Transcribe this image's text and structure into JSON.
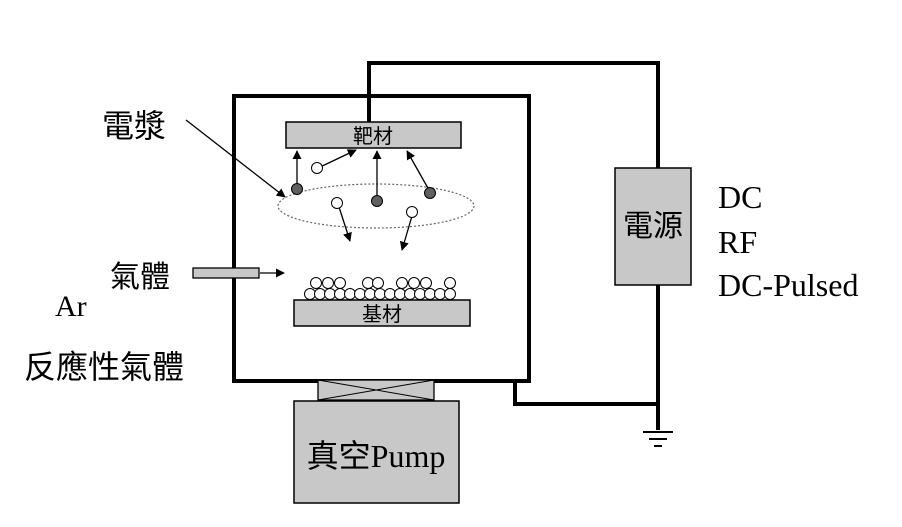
{
  "labels": {
    "plasma": "電漿",
    "target": "靶材",
    "gas": "氣體",
    "ar": "Ar",
    "reactive_gas": "反應性氣體",
    "substrate": "基材",
    "power_supply": "電源",
    "power_modes": [
      "DC",
      "RF",
      "DC-Pulsed"
    ],
    "vacuum_pump": "真空Pump"
  },
  "colors": {
    "box_fill": "#c8c8c8",
    "dark_particle": "#606060",
    "light_particle": "#ffffff",
    "line": "#000000"
  }
}
